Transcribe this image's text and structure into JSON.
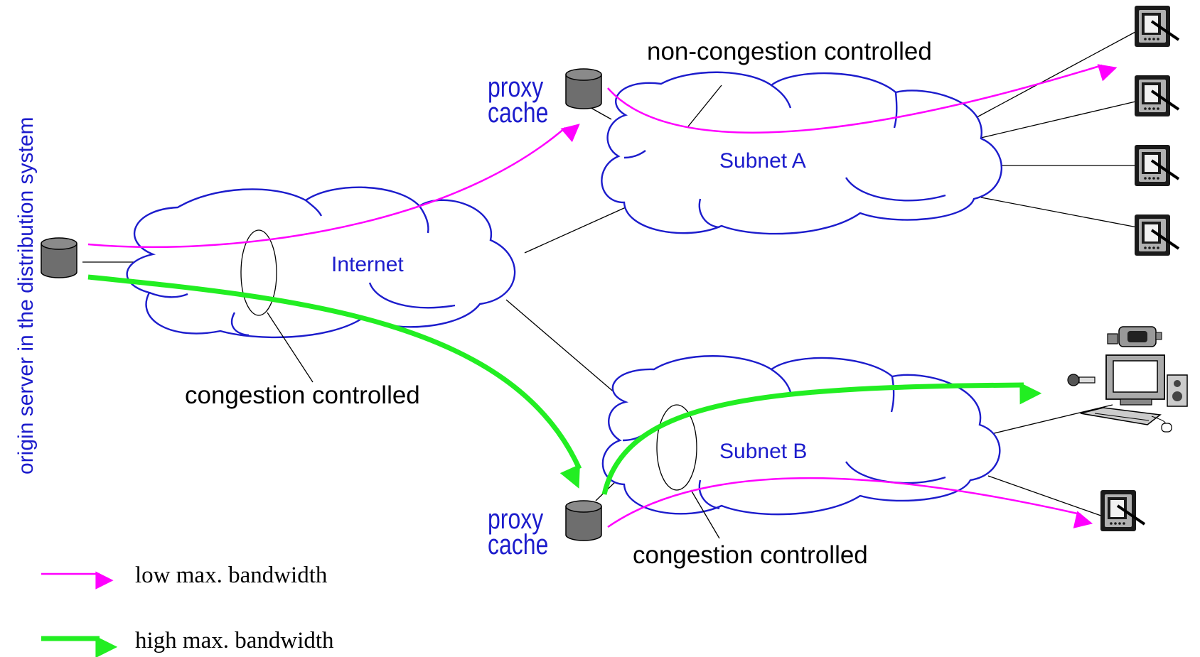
{
  "axis_label": "origin server in the distribution system",
  "clouds": {
    "internet": "Internet",
    "subnet_a": "Subnet A",
    "subnet_b": "Subnet B"
  },
  "proxy_label": [
    "proxy",
    "cache"
  ],
  "annotations": {
    "non_congestion": "non-congestion controlled",
    "congestion_internet": "congestion controlled",
    "congestion_subnet_b": "congestion controlled"
  },
  "legend": {
    "low": "low max. bandwidth",
    "high": "high max. bandwidth"
  },
  "colors": {
    "cloud_outline": "#1c1ccc",
    "low_bandwidth": "#ff00ff",
    "high_bandwidth": "#22ee22",
    "text_blue": "#1c1ccc"
  },
  "icons": {
    "server": "database-cylinder-icon",
    "pda": "pda-device-icon",
    "workstation": "multimedia-workstation-icon"
  }
}
